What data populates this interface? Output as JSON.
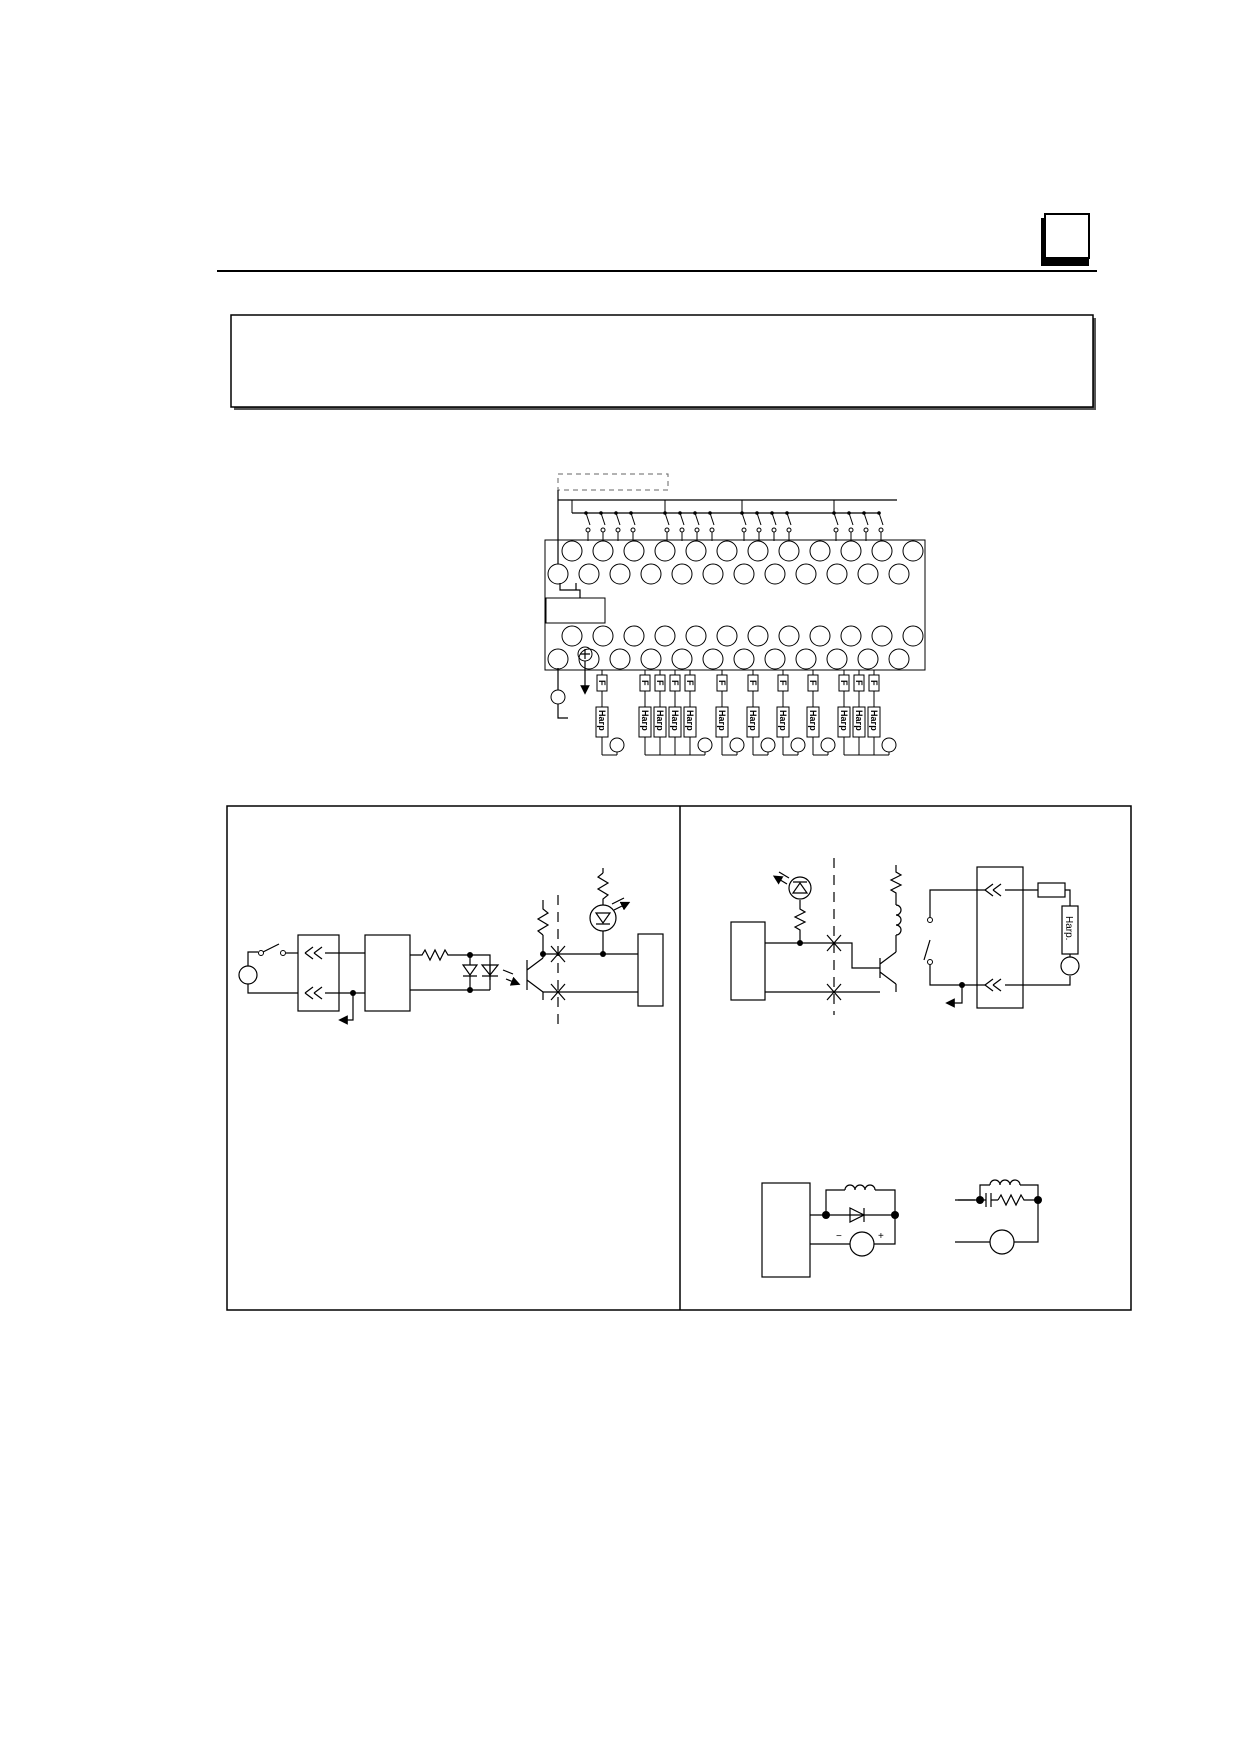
{
  "labels": {
    "fuse": "F",
    "load_short": "Нагр",
    "load_right": "Harp.",
    "minus": "−",
    "plus": "+"
  },
  "colors": {
    "ink": "#000000",
    "paper": "#ffffff",
    "dash": "#666666"
  }
}
